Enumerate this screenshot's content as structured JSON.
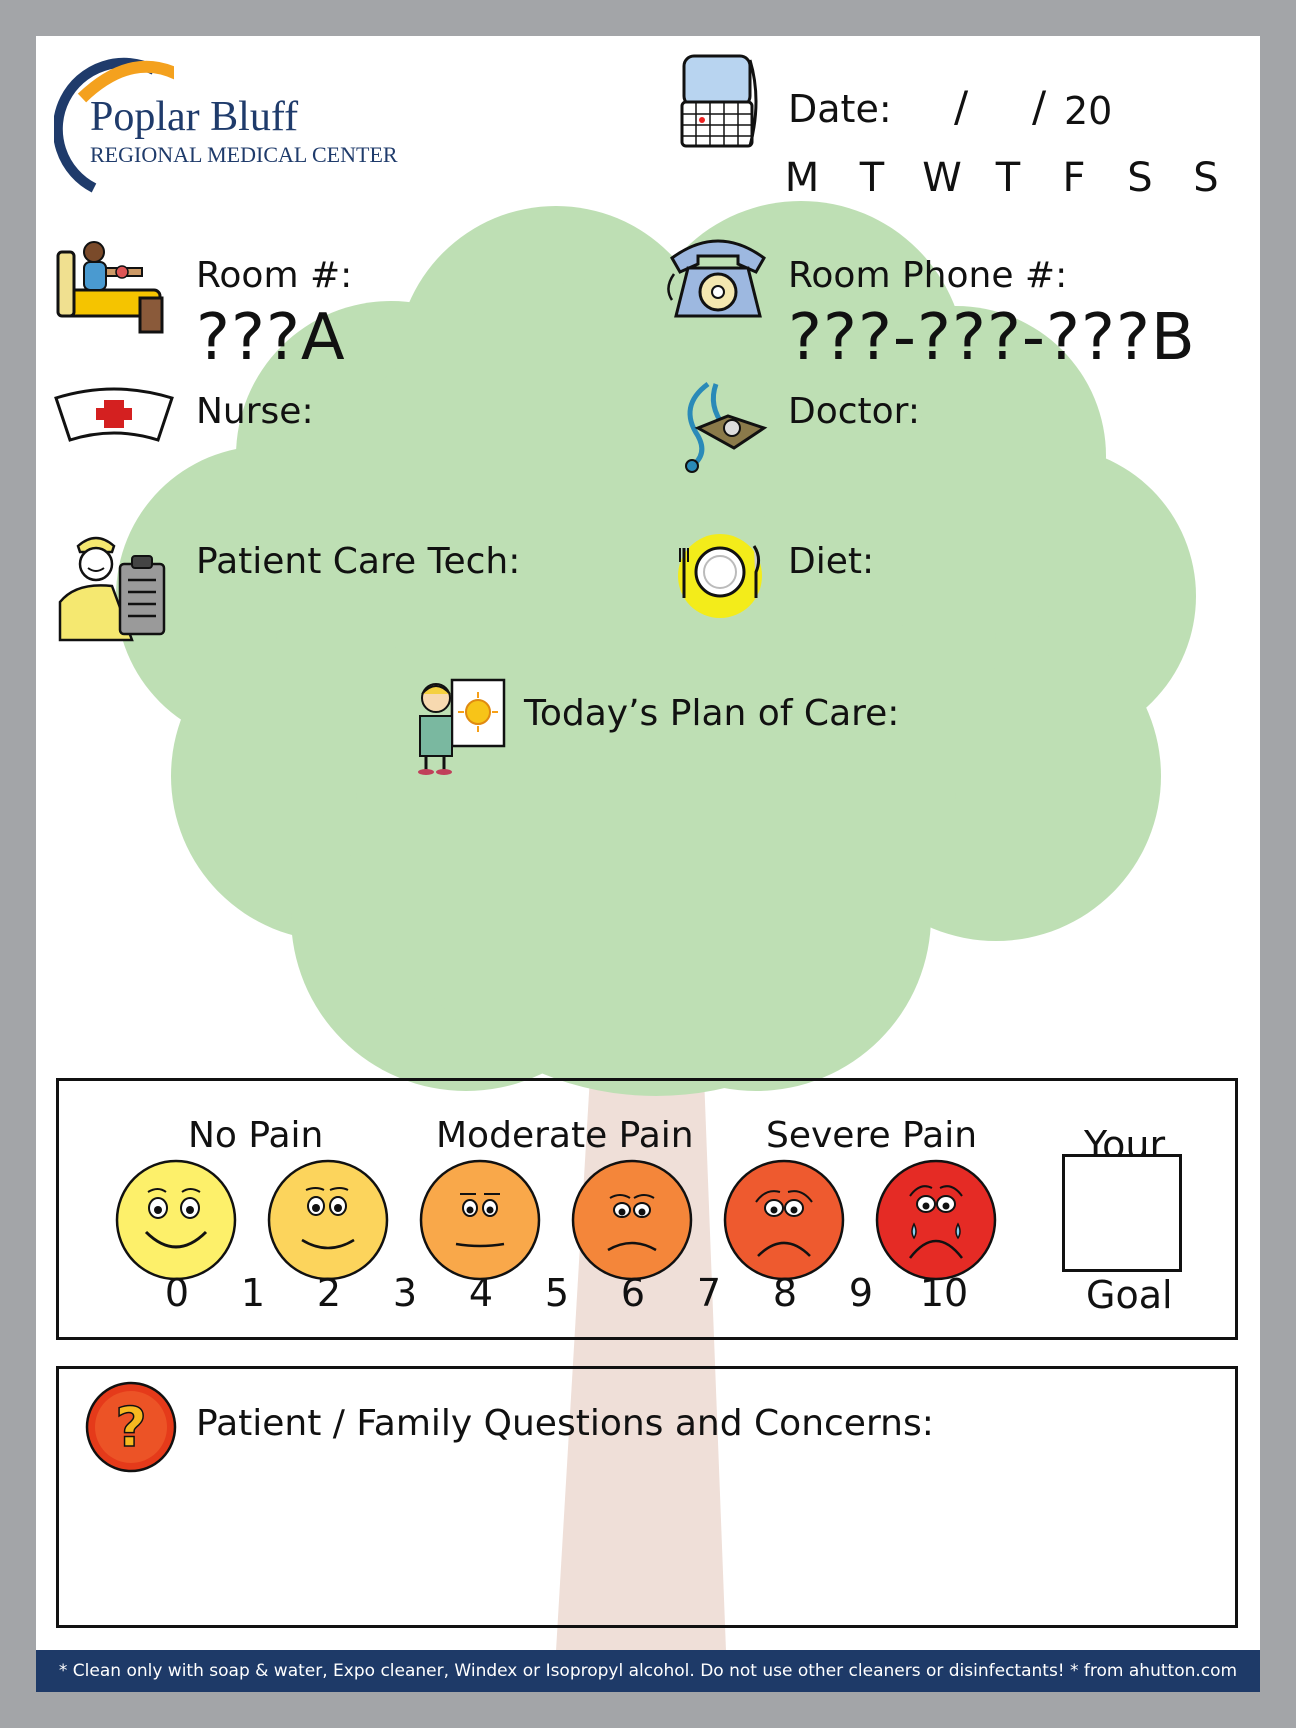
{
  "header": {
    "logo_line1": "Poplar Bluff",
    "logo_line2": "Regional Medical Center",
    "date_label": "Date:",
    "date_slash1": "/",
    "date_slash2": "/",
    "date_year": "20",
    "days": [
      "M",
      "T",
      "W",
      "T",
      "F",
      "S",
      "S"
    ]
  },
  "fields": {
    "room_label": "Room #:",
    "room_value": "???A",
    "phone_label": "Room Phone #:",
    "phone_value": "???-???-???B",
    "nurse_label": "Nurse:",
    "doctor_label": "Doctor:",
    "tech_label": "Patient Care Tech:",
    "diet_label": "Diet:",
    "plan_label": "Today’s Plan of Care:"
  },
  "pain_scale": {
    "no_pain": "No Pain",
    "moderate_pain": "Moderate Pain",
    "severe_pain": "Severe Pain",
    "goal_top": "Your",
    "goal_bottom": "Goal",
    "numbers": [
      "0",
      "1",
      "2",
      "3",
      "4",
      "5",
      "6",
      "7",
      "8",
      "9",
      "10"
    ],
    "face_colors": [
      "#fdf06a",
      "#fcd45c",
      "#f9a84a",
      "#f4863a",
      "#ee5a2f",
      "#e52b25"
    ]
  },
  "questions": {
    "label": "Patient / Family Questions and Concerns:"
  },
  "footer": {
    "text": "* Clean only with soap & water, Expo cleaner, Windex or Isopropyl alcohol.  Do not use other cleaners or disinfectants!  *  from ahutton.com"
  },
  "colors": {
    "tree": "#bedfb4",
    "trunk": "#b3826c",
    "trunk_light": "#efdfd8",
    "footer_bg": "#1e3a68",
    "logo_blue": "#1f3b6b",
    "logo_orange": "#f4a11e"
  }
}
